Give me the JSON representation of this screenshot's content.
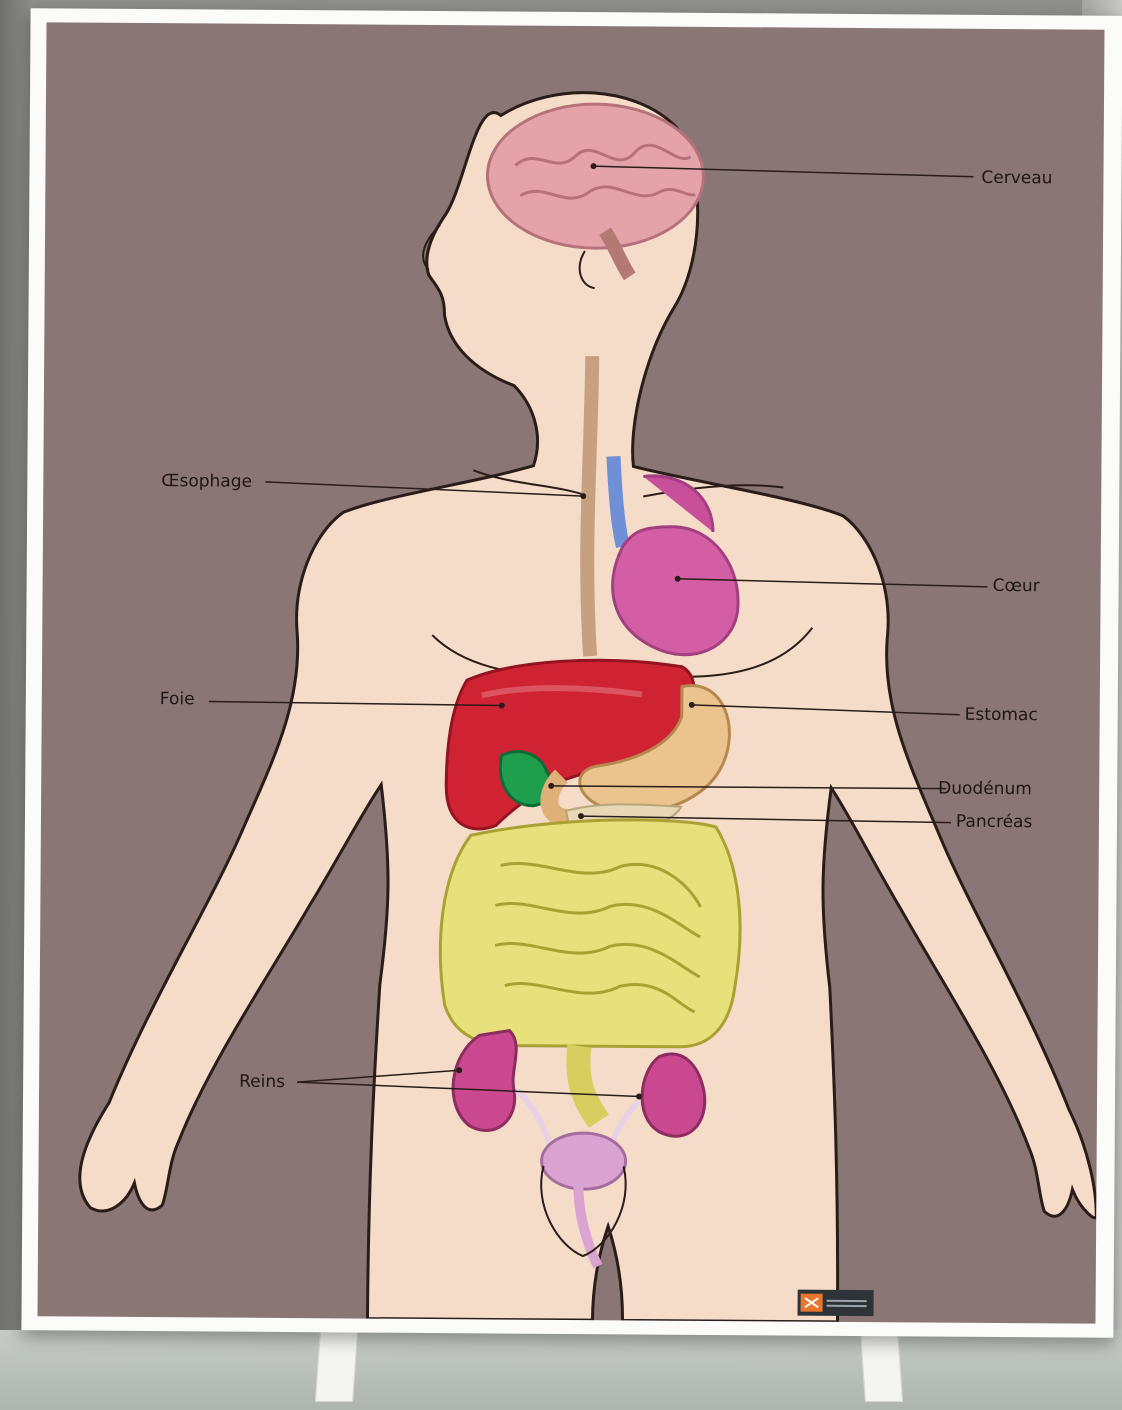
{
  "labels": {
    "brain": "Cerveau",
    "esophagus": "Œsophage",
    "heart": "Cœur",
    "liver": "Foie",
    "stomach": "Estomac",
    "duodenum": "Duodénum",
    "pancreas": "Pancréas",
    "kidneys": "Reins"
  },
  "colors": {
    "background": "#8a7674",
    "skin": "#f4dcc8",
    "brain": "#e3a3a8",
    "heart": "#d35ea6",
    "liver": "#cf2233",
    "gallbladder": "#1f9e4e",
    "stomach": "#eac38e",
    "intestine": "#e8e07a",
    "kidney": "#c9488f",
    "bladder": "#dba3d2"
  },
  "icons": [
    "publisher-logo"
  ]
}
